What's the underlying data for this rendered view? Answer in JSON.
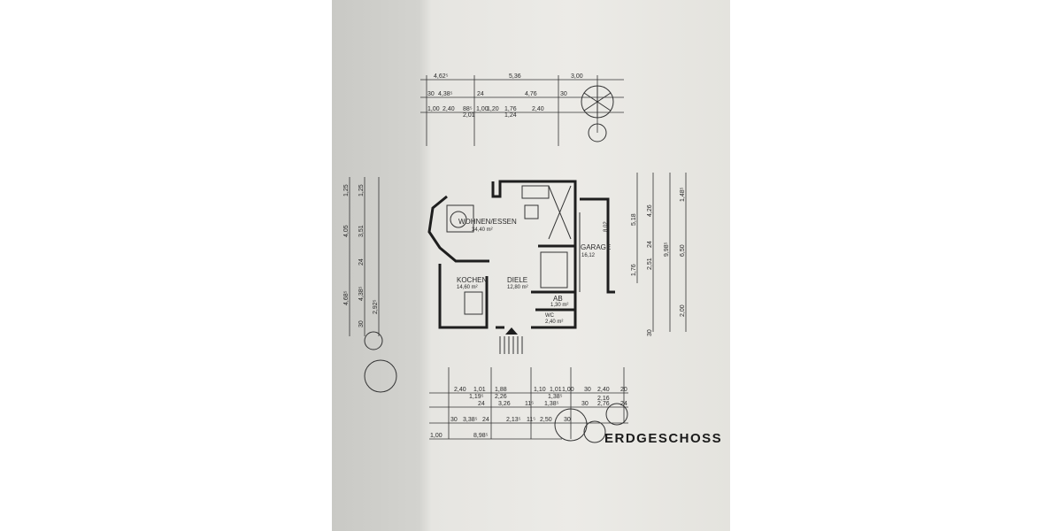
{
  "title": "ERDGESCHOSS",
  "rooms": {
    "wohnen": {
      "name": "WOHNEN/ESSEN",
      "area": "34,40 m²"
    },
    "kochen": {
      "name": "KOCHEN",
      "area": "14,60 m²"
    },
    "diele": {
      "name": "DIELE",
      "area": "12,80 m²"
    },
    "ab": {
      "name": "AB",
      "area": "1,30 m²"
    },
    "wc": {
      "name": "WC",
      "area": "2,40 m²"
    },
    "garage": {
      "name": "GARAGE",
      "area": "16,12"
    }
  },
  "dimensions": {
    "top_row1": [
      "4,62⁵",
      "5,36",
      "3,00"
    ],
    "top_row2": [
      "30",
      "4,38⁵",
      "24",
      "4,76",
      "30"
    ],
    "top_row3": [
      "1,00",
      "2,40",
      "88⁵",
      "2,01",
      "1,00",
      "1,20",
      "1,76",
      "1,24",
      "2,40"
    ],
    "bottom_row1": [
      "2,40",
      "1,01",
      "1,19⁵",
      "1,88",
      "2,26",
      "1,10",
      "1,01",
      "1,38⁵",
      "1,00",
      "30",
      "2,40",
      "2,16",
      "20"
    ],
    "bottom_row2": [
      "24",
      "3,26",
      "11⁵",
      "1,38⁵",
      "30",
      "2,76",
      "24"
    ],
    "bottom_row3": [
      "30",
      "3,38⁵",
      "24",
      "2,13⁵",
      "11⁵",
      "2,50",
      "30"
    ],
    "bottom_row4": [
      "1,00",
      "8,98⁵"
    ],
    "left_outer": [
      "1,25",
      "4,05",
      "4,68⁵"
    ],
    "left_inner": [
      "1,25",
      "3,51",
      "24",
      "4,38⁵",
      "30",
      "2,92⁵"
    ],
    "right_inner": [
      "5,18",
      "1,76",
      "4,26",
      "24",
      "2,51",
      "30"
    ],
    "right_outer": [
      "9,98⁵",
      "1,48⁵",
      "6,50",
      "2,00"
    ],
    "garage_depth": "8,02"
  }
}
